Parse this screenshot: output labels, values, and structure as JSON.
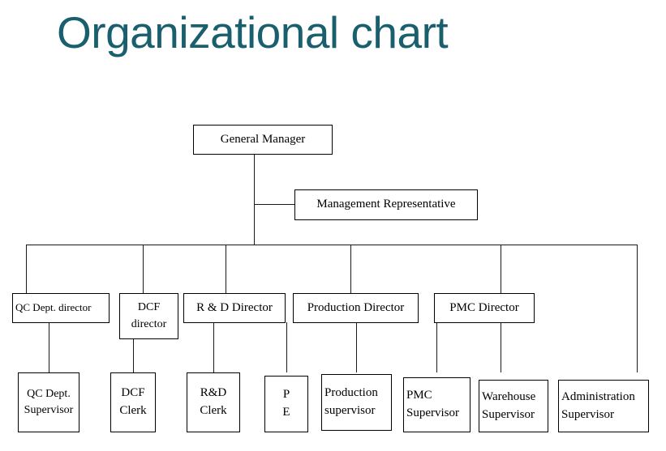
{
  "title": "Organizational chart",
  "colors": {
    "title": "#1a5f6e",
    "box_border": "#000000",
    "connector": "#1a1a1a",
    "background": "#ffffff"
  },
  "chart_data": {
    "type": "org-chart",
    "root": "General Manager",
    "nodes": [
      {
        "id": "general-manager",
        "label": "General Manager",
        "lines": [
          "General Manager"
        ],
        "level": 0
      },
      {
        "id": "management-representative",
        "label": "Management Representative",
        "lines": [
          "Management Representative"
        ],
        "level": 1
      },
      {
        "id": "qc-dept-director",
        "label": "QC Dept. director",
        "lines": [
          "QC Dept. director"
        ],
        "level": 2
      },
      {
        "id": "dcf-director",
        "label": "DCF director",
        "lines": [
          "DCF",
          "director"
        ],
        "level": 2
      },
      {
        "id": "rd-director",
        "label": "R & D Director",
        "lines": [
          "R & D Director"
        ],
        "level": 2
      },
      {
        "id": "production-director",
        "label": "Production Director",
        "lines": [
          "Production Director"
        ],
        "level": 2
      },
      {
        "id": "pmc-director",
        "label": "PMC Director",
        "lines": [
          "PMC Director"
        ],
        "level": 2
      },
      {
        "id": "qc-dept-supervisor",
        "label": "QC Dept. Supervisor",
        "lines": [
          "QC Dept.",
          "Supervisor"
        ],
        "level": 3
      },
      {
        "id": "dcf-clerk",
        "label": "DCF Clerk",
        "lines": [
          "DCF",
          "Clerk"
        ],
        "level": 3
      },
      {
        "id": "rd-clerk",
        "label": "R&D Clerk",
        "lines": [
          "R&D",
          "Clerk"
        ],
        "level": 3
      },
      {
        "id": "pe",
        "label": "P E",
        "lines": [
          "P",
          "E"
        ],
        "level": 3
      },
      {
        "id": "production-supervisor",
        "label": "Production supervisor",
        "lines": [
          "Production",
          "supervisor"
        ],
        "level": 3
      },
      {
        "id": "pmc-supervisor",
        "label": "PMC Supervisor",
        "lines": [
          "PMC",
          "Supervisor"
        ],
        "level": 3
      },
      {
        "id": "warehouse-supervisor",
        "label": "Warehouse Supervisor",
        "lines": [
          "Warehouse",
          "Supervisor"
        ],
        "level": 3
      },
      {
        "id": "administration-supervisor",
        "label": "Administration Supervisor",
        "lines": [
          "Administration",
          "Supervisor"
        ],
        "level": 3
      }
    ],
    "edges": [
      {
        "from": "general-manager",
        "to": "management-representative"
      },
      {
        "from": "general-manager",
        "to": "qc-dept-director"
      },
      {
        "from": "general-manager",
        "to": "dcf-director"
      },
      {
        "from": "general-manager",
        "to": "rd-director"
      },
      {
        "from": "general-manager",
        "to": "production-director"
      },
      {
        "from": "general-manager",
        "to": "pmc-director"
      },
      {
        "from": "general-manager",
        "to": "administration-supervisor"
      },
      {
        "from": "qc-dept-director",
        "to": "qc-dept-supervisor"
      },
      {
        "from": "dcf-director",
        "to": "dcf-clerk"
      },
      {
        "from": "rd-director",
        "to": "rd-clerk"
      },
      {
        "from": "production-director",
        "to": "pe"
      },
      {
        "from": "production-director",
        "to": "production-supervisor"
      },
      {
        "from": "pmc-director",
        "to": "pmc-supervisor"
      },
      {
        "from": "pmc-director",
        "to": "warehouse-supervisor"
      }
    ]
  },
  "boxes": {
    "general_manager": {
      "l1": "General Manager"
    },
    "management_representative": {
      "l1": "Management Representative"
    },
    "qc_dept_director": {
      "l1": "QC Dept. director"
    },
    "dcf_director": {
      "l1": "DCF",
      "l2": "director"
    },
    "rd_director": {
      "l1": "R & D Director"
    },
    "production_director": {
      "l1": "Production Director"
    },
    "pmc_director": {
      "l1": "PMC Director"
    },
    "qc_dept_supervisor": {
      "l1": "QC Dept.",
      "l2": "Supervisor"
    },
    "dcf_clerk": {
      "l1": "DCF",
      "l2": "Clerk"
    },
    "rd_clerk": {
      "l1": "R&D",
      "l2": "Clerk"
    },
    "pe": {
      "l1": "P",
      "l2": "E"
    },
    "production_supervisor": {
      "l1": "Production",
      "l2": "supervisor"
    },
    "pmc_supervisor": {
      "l1": "PMC",
      "l2": "Supervisor"
    },
    "warehouse_supervisor": {
      "l1": "Warehouse",
      "l2": "Supervisor"
    },
    "administration_supervisor": {
      "l1": "Administration",
      "l2": "Supervisor"
    }
  }
}
